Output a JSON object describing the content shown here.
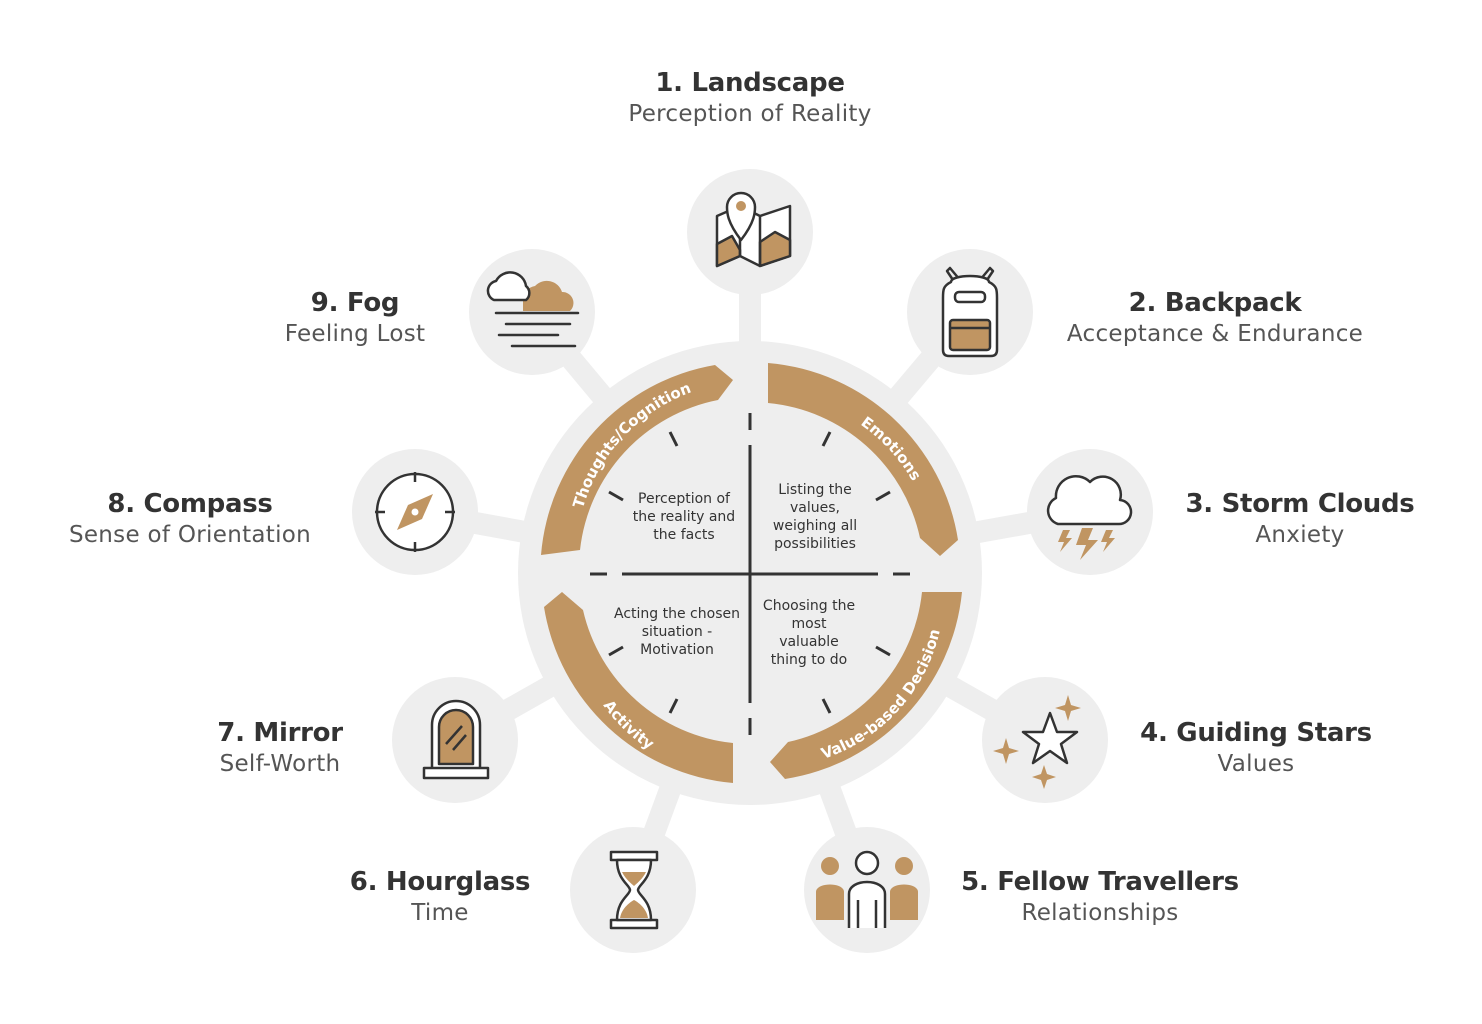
{
  "colors": {
    "accent": "#c09562",
    "dark": "#333333",
    "circle": "#eeeeee",
    "text": "#555555"
  },
  "nodes": [
    {
      "number_title": "1. Landscape",
      "subtitle": "Perception of Reality",
      "icon": "map-pin-icon"
    },
    {
      "number_title": "2. Backpack",
      "subtitle": "Acceptance & Endurance",
      "icon": "backpack-icon"
    },
    {
      "number_title": "3. Storm Clouds",
      "subtitle": "Anxiety",
      "icon": "storm-cloud-icon"
    },
    {
      "number_title": "4. Guiding Stars",
      "subtitle": "Values",
      "icon": "stars-icon"
    },
    {
      "number_title": "5. Fellow Travellers",
      "subtitle": "Relationships",
      "icon": "people-icon"
    },
    {
      "number_title": "6. Hourglass",
      "subtitle": "Time",
      "icon": "hourglass-icon"
    },
    {
      "number_title": "7. Mirror",
      "subtitle": "Self-Worth",
      "icon": "mirror-icon"
    },
    {
      "number_title": "8. Compass",
      "subtitle": "Sense of Orientation",
      "icon": "compass-icon"
    },
    {
      "number_title": "9. Fog",
      "subtitle": "Feeling Lost",
      "icon": "fog-icon"
    }
  ],
  "arcs": [
    {
      "label": "Thoughts/Cognition"
    },
    {
      "label": "Emotions"
    },
    {
      "label": "Value-based Decision"
    },
    {
      "label": "Activity"
    }
  ],
  "quadrants": [
    {
      "text": "Perception of the reality and the facts"
    },
    {
      "text": "Listing the values, weighing all possibilities"
    },
    {
      "text": "Acting the chosen situation - Motivation"
    },
    {
      "text": "Choosing the most valuable thing to do"
    }
  ]
}
